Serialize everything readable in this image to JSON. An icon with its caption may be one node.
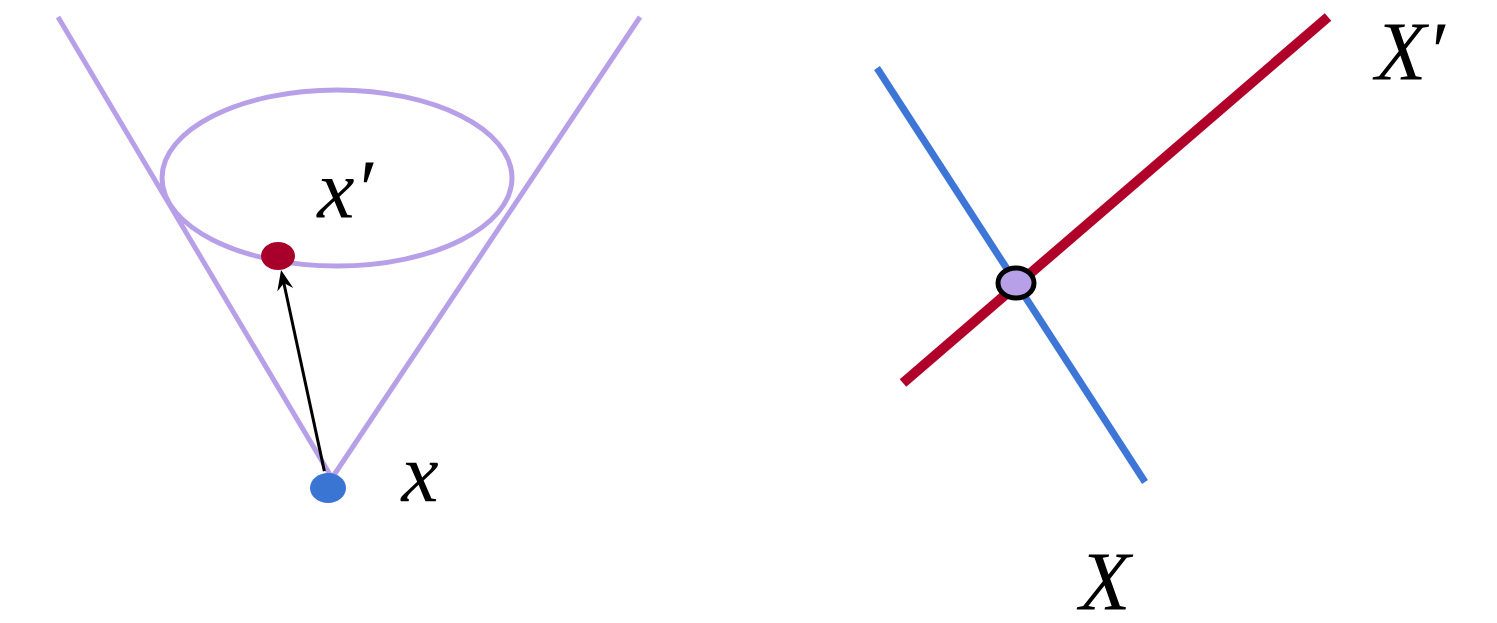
{
  "diagram": {
    "nodes": [
      {
        "text": [],
        "shape": "circle",
        "beside": [
          "x"
        ]
      },
      {
        "text": [],
        "shape": "circle",
        "beside": [
          "x′"
        ]
      }
    ],
    "edges": [
      {
        "from": 0,
        "to": 1,
        "arrow": "to"
      }
    ],
    "labels": [
      "X′",
      "X"
    ]
  }
}
